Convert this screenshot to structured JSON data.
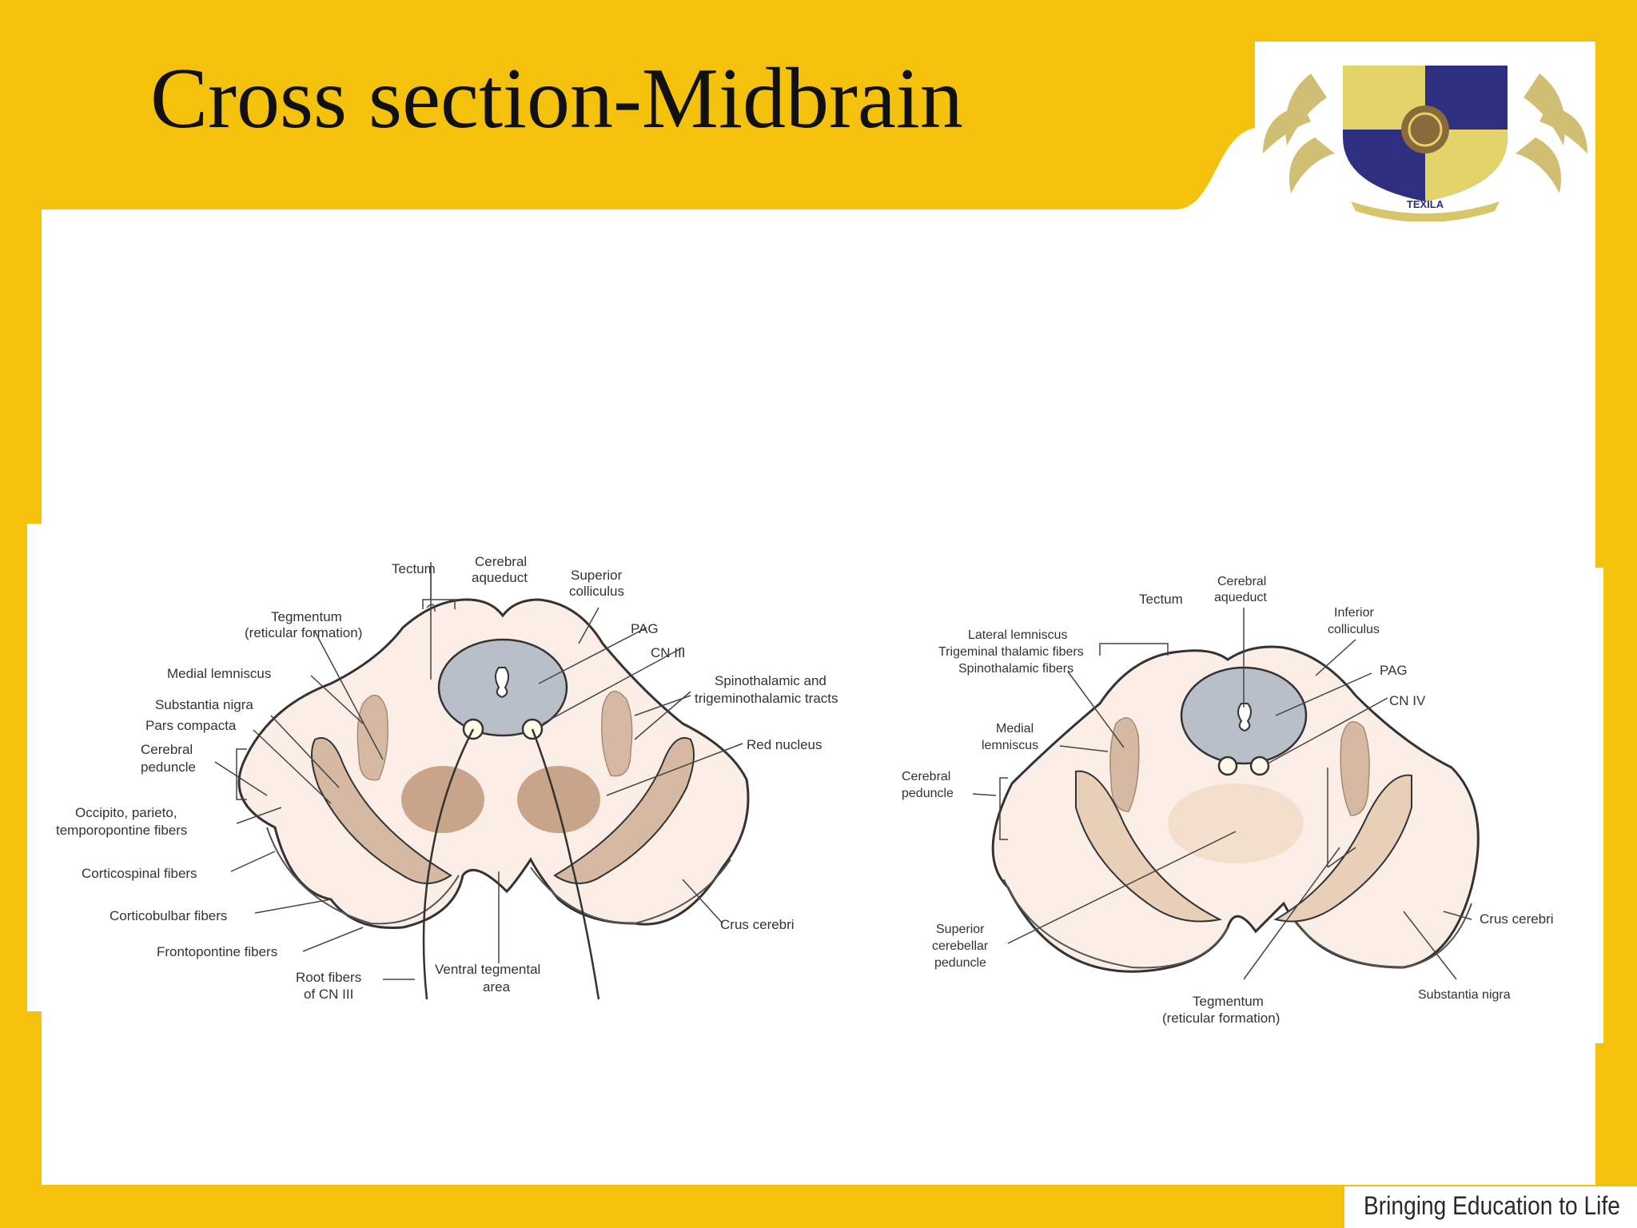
{
  "slide": {
    "title": "Cross section-Midbrain",
    "tagline": "Bringing Education to Life",
    "logo_text": "TEXILA",
    "colors": {
      "frame": "#f4c20d",
      "background": "#ffffff",
      "peduncle": "#fbeee6",
      "aqueduct_area": "#b8bfc8",
      "nigra": "#d6b9a2",
      "red_nucleus": "#c8a58a"
    }
  },
  "diagram_left": {
    "labels": {
      "tectum": "Tectum",
      "aqueduct_1": "Cerebral",
      "aqueduct_2": "aqueduct",
      "sup_coll_1": "Superior",
      "sup_coll_2": "colliculus",
      "tegmentum_1": "Tegmentum",
      "tegmentum_2": "(reticular formation)",
      "pag": "PAG",
      "cn3": "CN III",
      "medial_lemniscus": "Medial lemniscus",
      "spino_1": "Spinothalamic and",
      "spino_2": "trigeminothalamic tracts",
      "substantia_nigra": "Substantia nigra",
      "pars_compacta": "Pars compacta",
      "red_nucleus": "Red nucleus",
      "cerebral_peduncle_1": "Cerebral",
      "cerebral_peduncle_2": "peduncle",
      "occipito_1": "Occipito, parieto,",
      "occipito_2": "temporopontine fibers",
      "corticospinal": "Corticospinal fibers",
      "corticobulbar": "Corticobulbar fibers",
      "crus_cerebri": "Crus cerebri",
      "frontopontine": "Frontopontine fibers",
      "root_fibers_1": "Root fibers",
      "root_fibers_2": "of CN III",
      "vta_1": "Ventral tegmental",
      "vta_2": "area"
    }
  },
  "diagram_right": {
    "labels": {
      "tectum": "Tectum",
      "aqueduct_1": "Cerebral",
      "aqueduct_2": "aqueduct",
      "lateral_lemniscus": "Lateral lemniscus",
      "trigeminal_thalamic": "Trigeminal thalamic fibers",
      "spinothalamic": "Spinothalamic fibers",
      "inf_coll_1": "Inferior",
      "inf_coll_2": "colliculus",
      "pag": "PAG",
      "cn4": "CN IV",
      "medial_lemniscus_1": "Medial",
      "medial_lemniscus_2": "lemniscus",
      "cerebral_peduncle_1": "Cerebral",
      "cerebral_peduncle_2": "peduncle",
      "crus_cerebri": "Crus cerebri",
      "scp_1": "Superior",
      "scp_2": "cerebellar",
      "scp_3": "peduncle",
      "substantia_nigra": "Substantia nigra",
      "tegmentum_1": "Tegmentum",
      "tegmentum_2": "(reticular formation)"
    }
  }
}
